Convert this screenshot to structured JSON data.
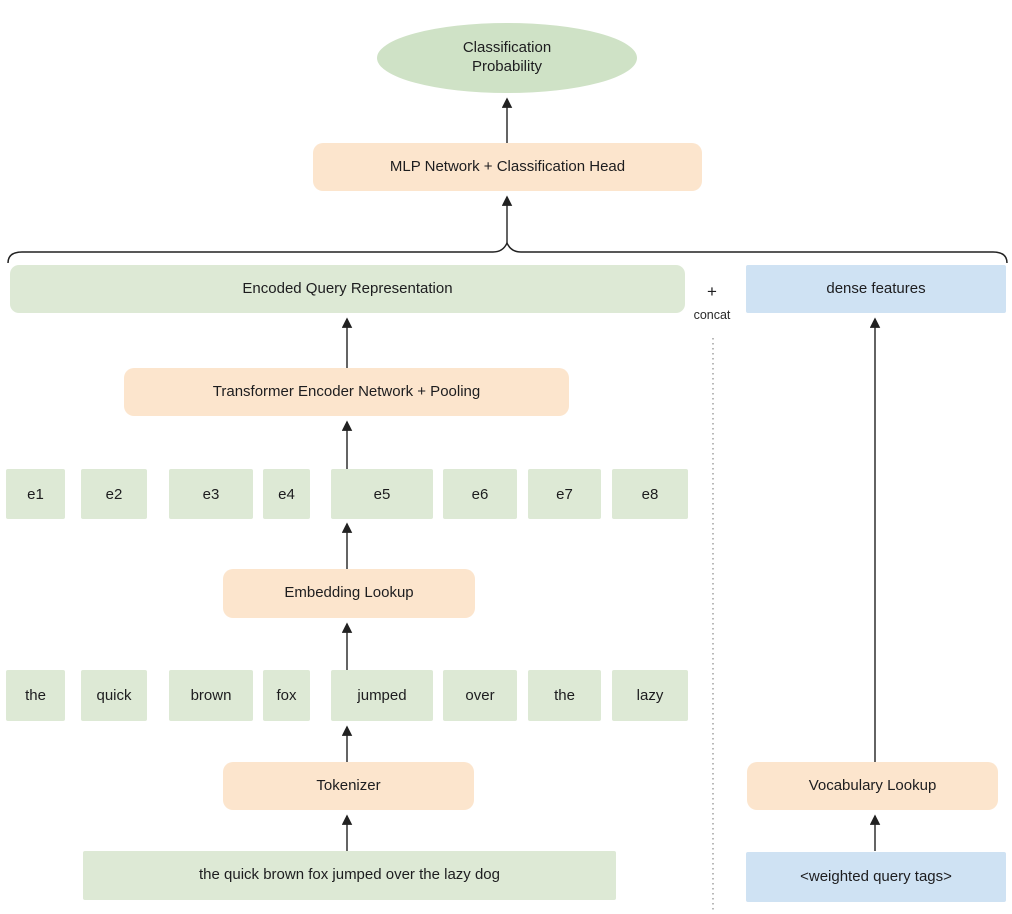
{
  "colors": {
    "green_box": "#dde9d5",
    "green_ellipse": "#cfe2c6",
    "orange_box": "#fce5cd",
    "blue_box": "#cfe2f3",
    "line": "#212121"
  },
  "nodes": {
    "classification_probability": {
      "line1": "Classification",
      "line2": "Probability"
    },
    "mlp_head": "MLP Network + Classification Head",
    "encoded_query": "Encoded Query Representation",
    "concat": {
      "plus": "+",
      "label": "concat"
    },
    "dense_features": "dense features",
    "transformer_encoder": "Transformer Encoder Network + Pooling",
    "embedding_lookup": "Embedding Lookup",
    "tokenizer": "Tokenizer",
    "input_sentence": "the quick brown fox jumped over the lazy dog",
    "vocabulary_lookup": "Vocabulary Lookup",
    "weighted_query_tags": "<weighted query tags>"
  },
  "embedding_tokens": [
    "e1",
    "e2",
    "e3",
    "e4",
    "e5",
    "e6",
    "e7",
    "e8"
  ],
  "word_tokens": [
    "the",
    "quick",
    "brown",
    "fox",
    "jumped",
    "over",
    "the",
    "lazy"
  ]
}
